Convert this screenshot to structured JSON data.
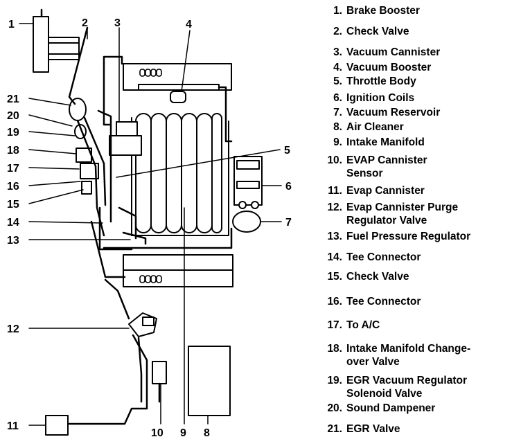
{
  "callouts": [
    "1",
    "2",
    "3",
    "4",
    "5",
    "6",
    "7",
    "8",
    "9",
    "10",
    "11",
    "12",
    "13",
    "14",
    "15",
    "16",
    "17",
    "18",
    "19",
    "20",
    "21"
  ],
  "legend": [
    {
      "num": "1.",
      "lines": [
        "Brake Booster"
      ]
    },
    {
      "num": "2.",
      "lines": [
        "Check Valve"
      ]
    },
    {
      "num": "3.",
      "lines": [
        "Vacuum Cannister"
      ]
    },
    {
      "num": "4.",
      "lines": [
        "Vacuum Booster"
      ]
    },
    {
      "num": "5.",
      "lines": [
        "Throttle Body"
      ]
    },
    {
      "num": "6.",
      "lines": [
        "Ignition Coils"
      ]
    },
    {
      "num": "7.",
      "lines": [
        "Vacuum Reservoir"
      ]
    },
    {
      "num": "8.",
      "lines": [
        "Air Cleaner"
      ]
    },
    {
      "num": "9.",
      "lines": [
        "Intake Manifold"
      ]
    },
    {
      "num": "10.",
      "lines": [
        "EVAP Cannister",
        "Sensor"
      ]
    },
    {
      "num": "11.",
      "lines": [
        "Evap Cannister"
      ]
    },
    {
      "num": "12.",
      "lines": [
        "Evap Cannister Purge",
        "Regulator Valve"
      ]
    },
    {
      "num": "13.",
      "lines": [
        "Fuel Pressure Regulator"
      ]
    },
    {
      "num": "14.",
      "lines": [
        "Tee Connector"
      ]
    },
    {
      "num": "15.",
      "lines": [
        "Check Valve"
      ]
    },
    {
      "num": "16.",
      "lines": [
        "Tee Connector"
      ]
    },
    {
      "num": "17.",
      "lines": [
        "To A/C"
      ]
    },
    {
      "num": "18.",
      "lines": [
        "Intake Manifold Change-",
        "over Valve"
      ]
    },
    {
      "num": "19.",
      "lines": [
        "EGR Vacuum Regulator",
        "Solenoid Valve"
      ]
    },
    {
      "num": "20.",
      "lines": [
        "Sound Dampener"
      ]
    },
    {
      "num": "21.",
      "lines": [
        "EGR Valve"
      ]
    }
  ]
}
